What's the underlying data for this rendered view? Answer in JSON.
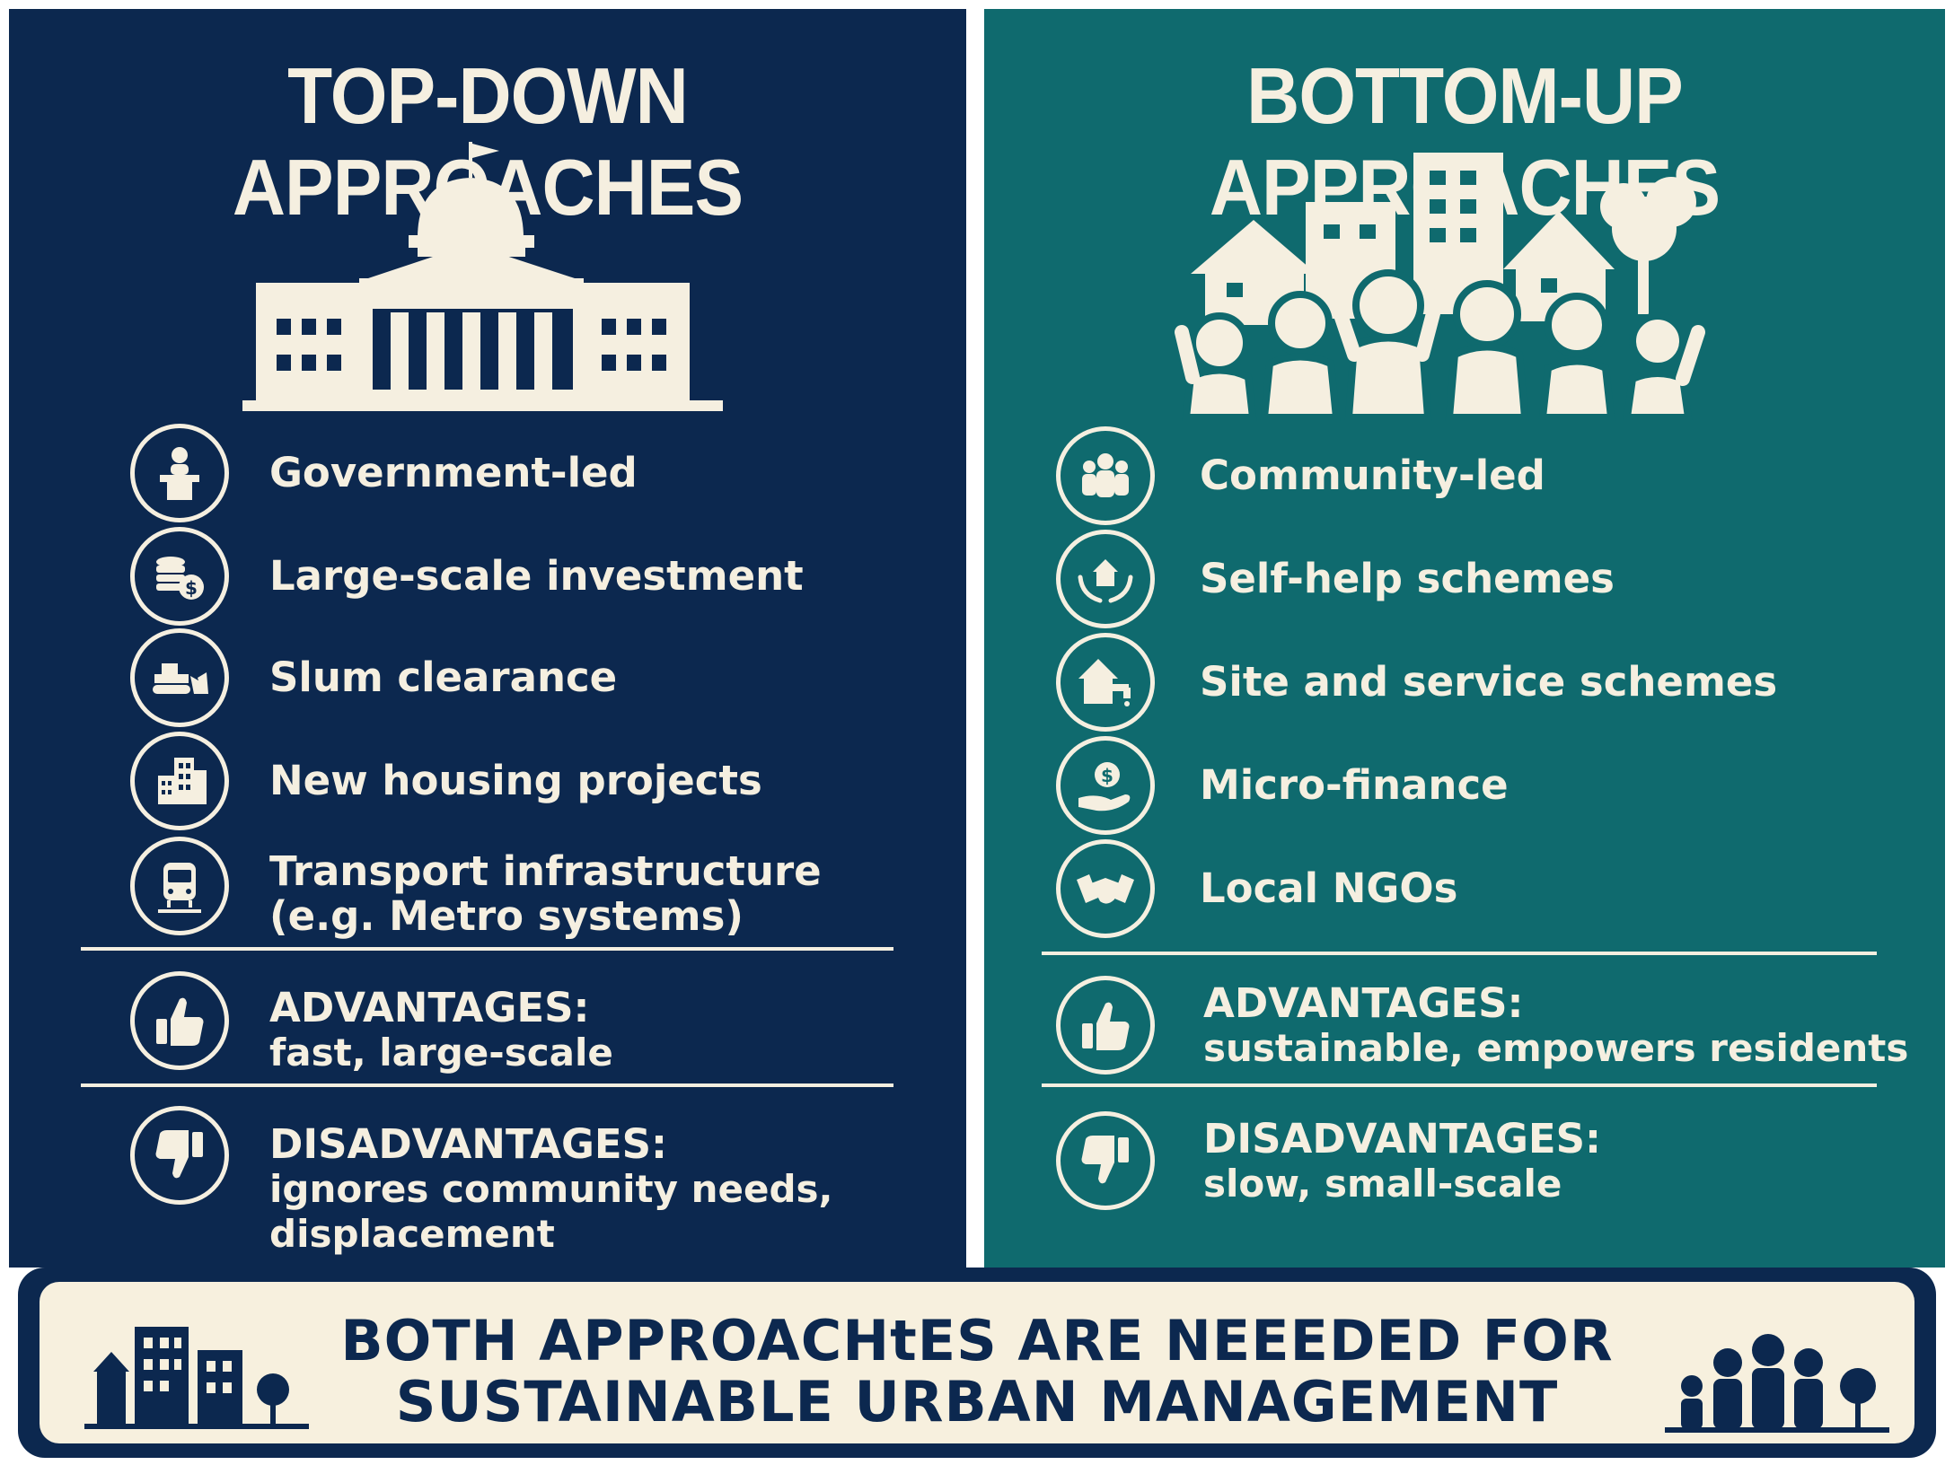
{
  "left": {
    "title": "TOP-DOWN APPROACHES",
    "items": [
      {
        "label": "Government-led",
        "icon": "podium-icon"
      },
      {
        "label": "Large-scale investment",
        "icon": "coins-icon"
      },
      {
        "label": "Slum clearance",
        "icon": "bulldozer-icon"
      },
      {
        "label": "New housing projects",
        "icon": "apartment-icon"
      },
      {
        "label": "Transport infrastructure",
        "label2": "(e.g. Metro systems)",
        "icon": "train-icon"
      }
    ],
    "advantages": {
      "heading": "ADVANTAGES:",
      "text": "fast, large-scale"
    },
    "disadvantages": {
      "heading": "DISADVANTAGES:",
      "text": "ignores community needs,",
      "text2": "displacement"
    }
  },
  "right": {
    "title": "BOTTOM-UP APPROACHES",
    "items": [
      {
        "label": "Community-led",
        "icon": "group-icon"
      },
      {
        "label": "Self-help schemes",
        "icon": "hands-house-icon"
      },
      {
        "label": "Site and service schemes",
        "icon": "house-tap-icon"
      },
      {
        "label": "Micro-finance",
        "icon": "hand-coin-icon"
      },
      {
        "label": "Local NGOs",
        "icon": "handshake-icon"
      }
    ],
    "advantages": {
      "heading": "ADVANTAGES:",
      "text": "sustainable, empowers residents"
    },
    "disadvantages": {
      "heading": "DISADVANTAGES:",
      "text": "slow, small-scale"
    }
  },
  "footer": {
    "line1": "BOTH APPROACHtES ARE NEEEDED FOR",
    "line2": "SUSTAINABLE URBAN  MANAGEMENT"
  },
  "colors": {
    "navy": "#0c284f",
    "teal": "#0f6a6e",
    "cream": "#f5efe0"
  }
}
